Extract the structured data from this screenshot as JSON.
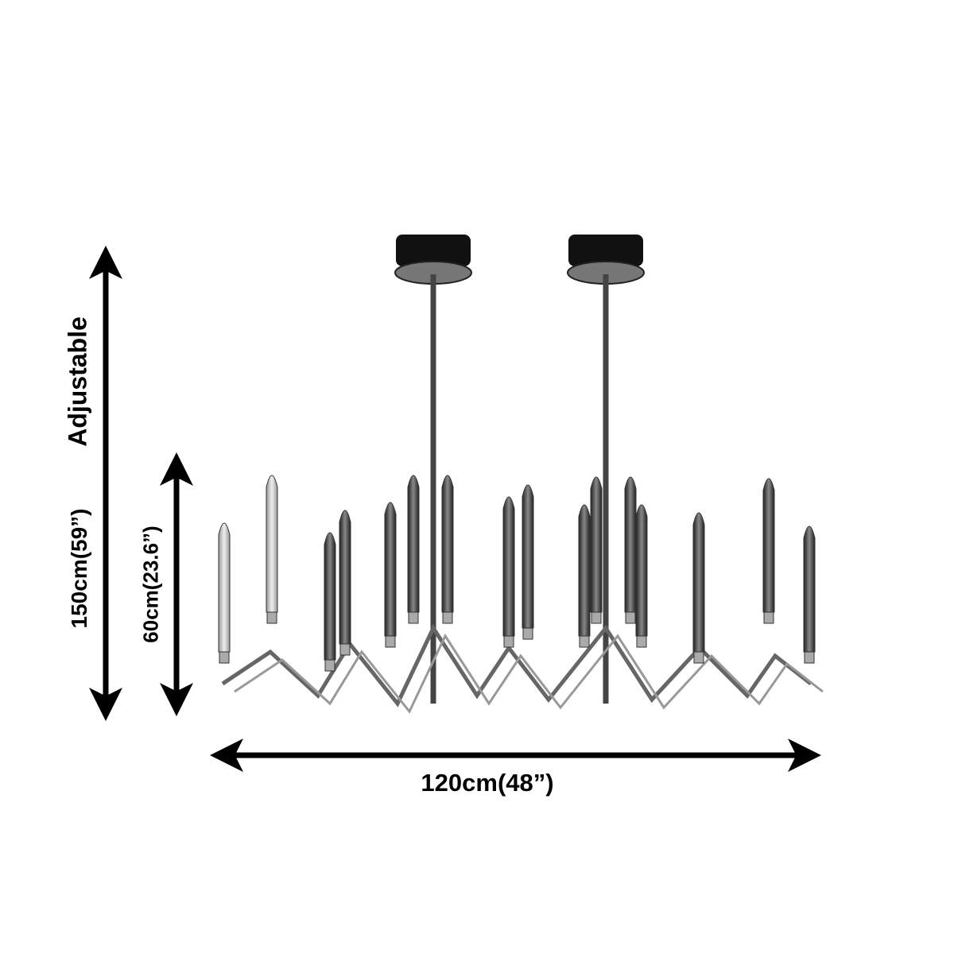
{
  "labels": {
    "adjustable": "Adjustable",
    "total_height": "150cm(59”)",
    "body_height": "60cm(23.6”)",
    "width": "120cm(48”)"
  },
  "colors": {
    "ink": "#000000",
    "chrome": "#6a6a6a",
    "canopy": "#111111"
  }
}
